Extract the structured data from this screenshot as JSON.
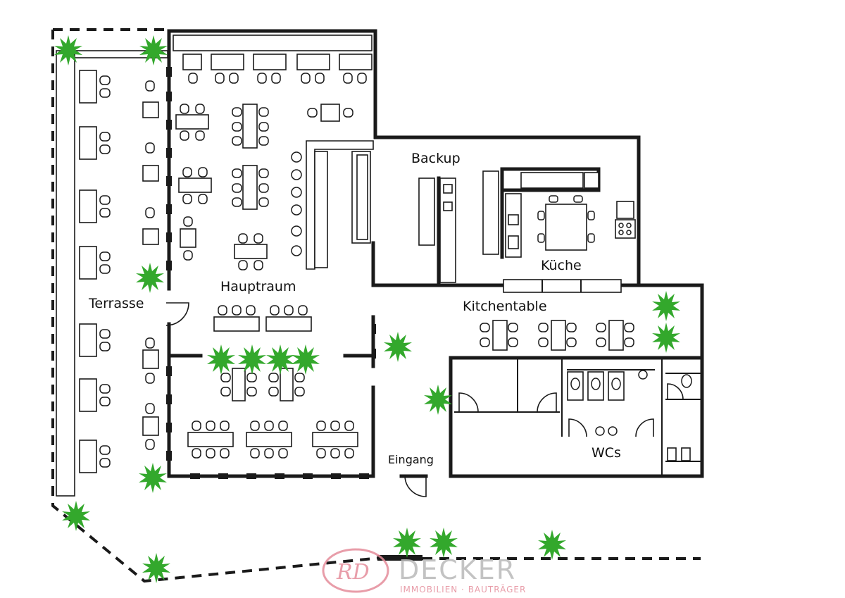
{
  "rooms": {
    "terrasse": "Terrasse",
    "hauptraum": "Hauptraum",
    "backup": "Backup",
    "kueche": "Küche",
    "kitchentable": "Kitchentable",
    "eingang": "Eingang",
    "wcs": "WCs"
  },
  "watermark": {
    "logo_initials": "RD",
    "brand": "DECKER",
    "tagline": "IMMOBILIEN · BAUTRÄGER"
  },
  "colors": {
    "wall": "#1a1a1a",
    "plant": "#33a82c",
    "watermark_logo": "#e58d9b",
    "watermark_text": "#b9b9b9"
  }
}
